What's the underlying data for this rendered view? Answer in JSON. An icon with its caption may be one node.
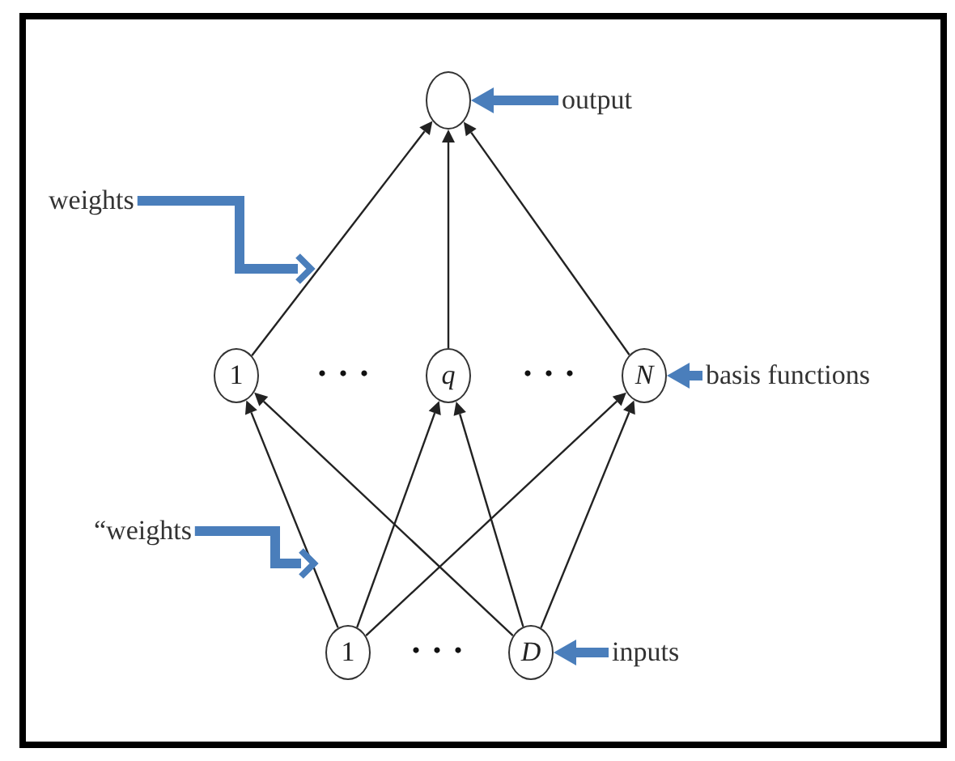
{
  "diagram": {
    "nodes": [
      {
        "text": [],
        "shape": "circle"
      },
      {
        "text": [
          "1"
        ]
      },
      {
        "text": [
          "q"
        ]
      },
      {
        "text": [
          "N"
        ]
      },
      {
        "text": [
          "1"
        ]
      },
      {
        "text": [
          "D"
        ]
      },
      {
        "text": [
          "output"
        ]
      },
      {
        "text": [
          "weights"
        ]
      },
      {
        "text": [
          "basis functions"
        ]
      },
      {
        "text": [
          "“weights"
        ]
      },
      {
        "text": [
          "inputs"
        ]
      }
    ],
    "edges": [
      {
        "from": 1,
        "to": 0,
        "arrow": "to"
      },
      {
        "from": 2,
        "to": 0,
        "arrow": "to"
      },
      {
        "from": 3,
        "to": 0,
        "arrow": "to"
      },
      {
        "from": 4,
        "to": 1,
        "arrow": "to"
      },
      {
        "from": 4,
        "to": 2,
        "arrow": "to"
      },
      {
        "from": 4,
        "to": 3,
        "arrow": "to"
      },
      {
        "from": 5,
        "to": 1,
        "arrow": "to"
      },
      {
        "from": 5,
        "to": 2,
        "arrow": "to"
      },
      {
        "from": 5,
        "to": 3,
        "arrow": "to"
      },
      {
        "from": 6,
        "to": 0,
        "arrow": "to",
        "style": "thick",
        "color": "#4a7ebb"
      },
      {
        "from": 7,
        "to": null,
        "arrow": "to",
        "style": "thick",
        "color": "#4a7ebb"
      },
      {
        "from": 8,
        "to": 3,
        "arrow": "to",
        "style": "thick",
        "color": "#4a7ebb"
      },
      {
        "from": 9,
        "to": null,
        "arrow": "to",
        "style": "thick",
        "color": "#4a7ebb"
      },
      {
        "from": 10,
        "to": 5,
        "arrow": "to",
        "style": "thick",
        "color": "#4a7ebb"
      }
    ],
    "labels": [
      "• • •",
      "• • •",
      "• • •"
    ]
  }
}
